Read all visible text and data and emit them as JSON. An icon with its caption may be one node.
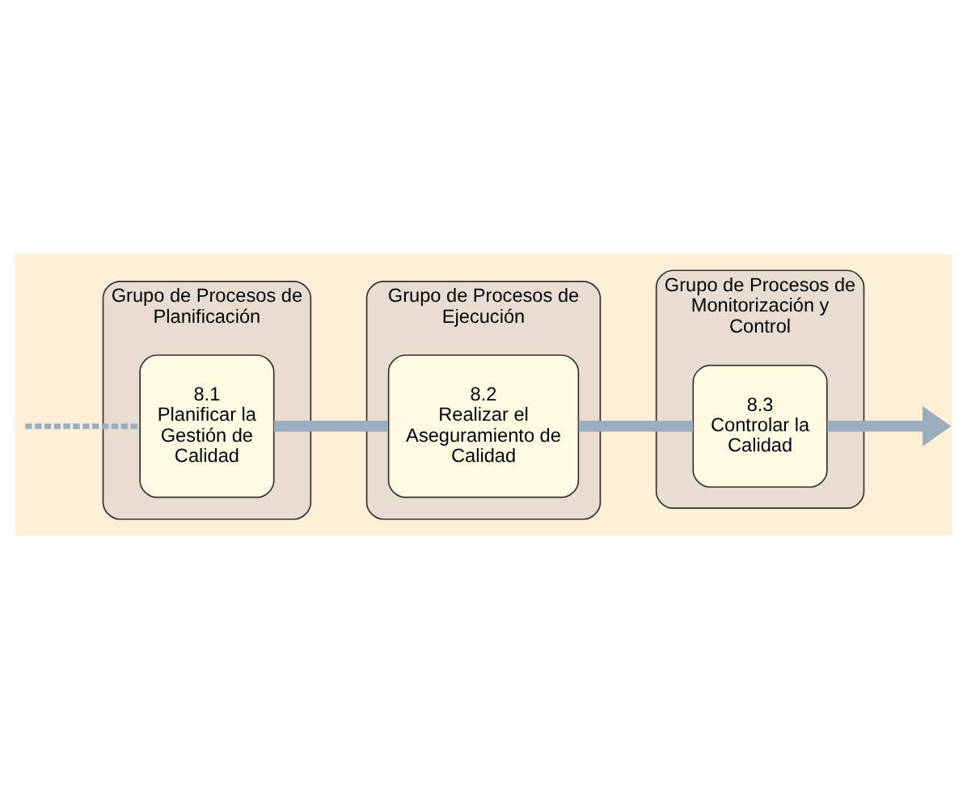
{
  "diagram": {
    "nodes": [
      {
        "text": [
          "Grupo de Procesos de Planificación"
        ]
      },
      {
        "text": [
          "8.1",
          "Planificar la Gestión de Calidad"
        ],
        "in": 0
      },
      {
        "text": [
          "Grupo de Procesos de Ejecución"
        ]
      },
      {
        "text": [
          "8.2",
          "Realizar el Aseguramiento de Calidad"
        ],
        "in": 2
      },
      {
        "text": [
          "Grupo de Procesos de Monitorización y Control"
        ]
      },
      {
        "text": [
          "8.3",
          "Controlar la Calidad"
        ],
        "in": 4
      }
    ],
    "edges": [
      {
        "from": null,
        "to": 1,
        "arrow": "none",
        "style": "dashed"
      },
      {
        "from": 1,
        "to": 3,
        "arrow": "none"
      },
      {
        "from": 3,
        "to": 5,
        "arrow": "none"
      },
      {
        "from": 5,
        "to": null,
        "arrow": "to"
      }
    ]
  }
}
